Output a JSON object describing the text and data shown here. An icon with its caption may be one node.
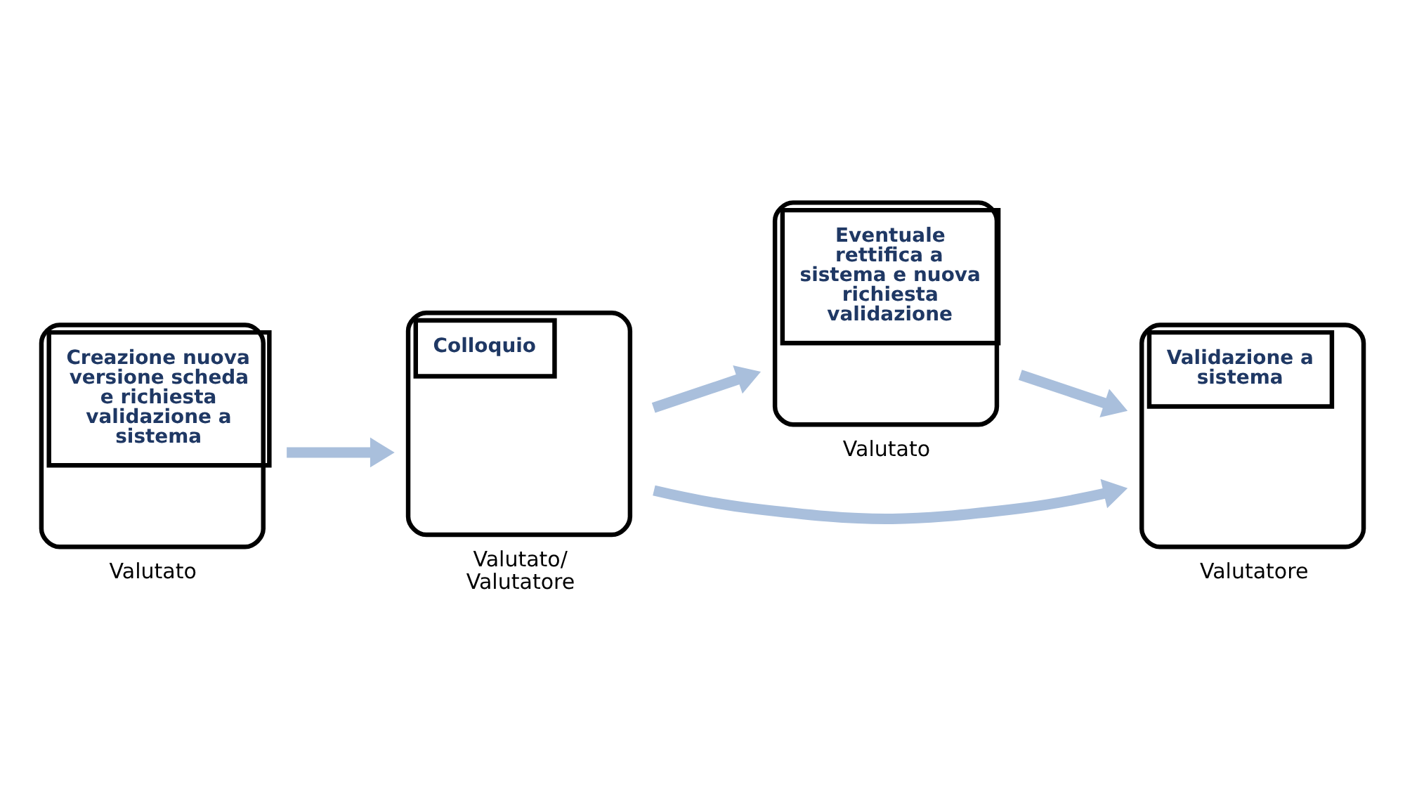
{
  "diagram": {
    "nodes": [
      {
        "text": [
          "Creazione nuova versione scheda e richiesta validazione a sistema"
        ],
        "beside": [
          "Valutato"
        ]
      },
      {
        "text": [
          "Colloquio"
        ],
        "beside": [
          "Valutato/ Valutatore"
        ]
      },
      {
        "text": [
          "Eventuale rettifica a sistema e nuova richiesta validazione"
        ],
        "beside": [
          "Valutato"
        ]
      },
      {
        "text": [
          "Validazione a sistema"
        ],
        "beside": [
          "Valutatore"
        ]
      }
    ],
    "edges": [
      {
        "from": 0,
        "to": 1,
        "arrow": "to"
      },
      {
        "from": 1,
        "to": 2,
        "arrow": "to"
      },
      {
        "from": 2,
        "to": 3,
        "arrow": "to"
      },
      {
        "from": 1,
        "to": 3,
        "arrow": "to"
      }
    ]
  }
}
